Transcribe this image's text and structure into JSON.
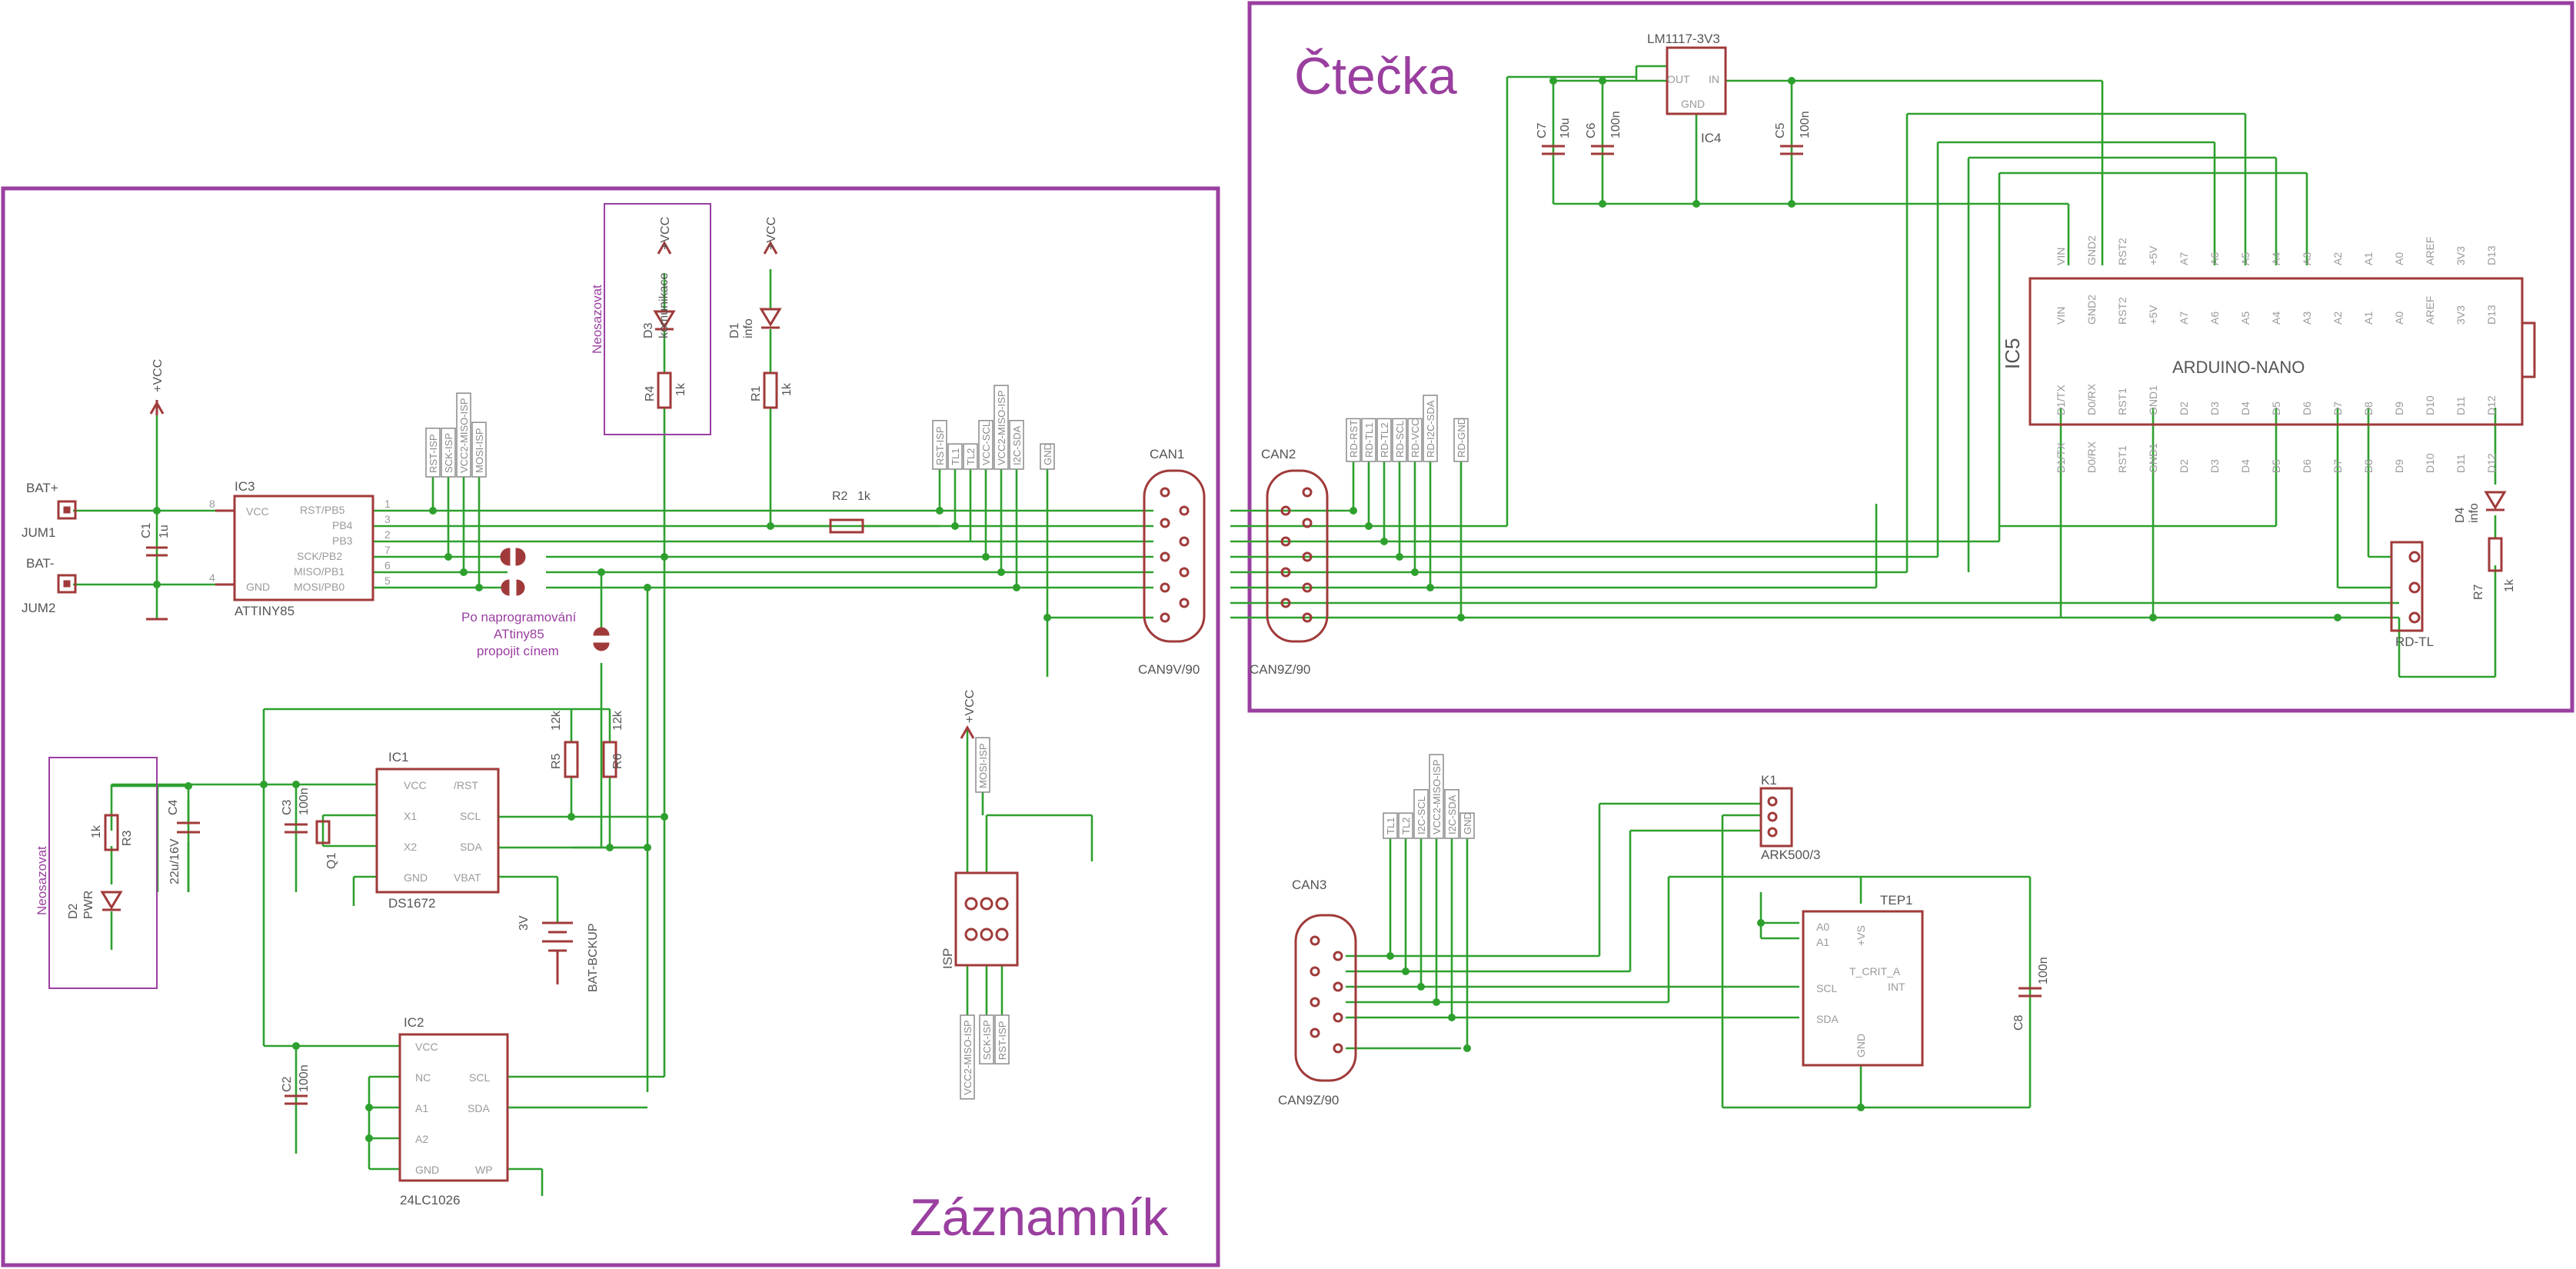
{
  "colors": {
    "wire": "#2ea02e",
    "part": "#a03a3a",
    "frame": "#9a3fa0",
    "label": "#555555",
    "pin": "#9a9a9a"
  },
  "frames": {
    "reader_title": "Čtečka",
    "logger_title": "Záznamník"
  },
  "notes": {
    "program_1": "Po naprogramování",
    "program_2": "ATtiny85",
    "program_3": "propojit cínem",
    "no_fit": "Neosazovat"
  },
  "parts": {
    "bat_plus": "BAT+",
    "bat_minus": "BAT-",
    "jum1": "JUM1",
    "jum2": "JUM2",
    "c1": "C1",
    "c1_val": "1u",
    "ic3": "IC3",
    "attiny85": "ATTINY85",
    "ic3_vcc": "VCC",
    "ic3_gnd": "GND",
    "ic3_pins": [
      "RST/PB5",
      "PB4",
      "PB3",
      "SCK/PB2",
      "MISO/PB1",
      "MOSI/PB0"
    ],
    "ic3_pin8": "8",
    "ic3_pin4": "4",
    "ic3_nums": [
      "1",
      "3",
      "2",
      "7",
      "6",
      "5"
    ],
    "vcc": "+VCC",
    "d3": "D3",
    "d3_val": "komunikace",
    "r4": "R4",
    "r4_val": "1k",
    "d1": "D1",
    "d1_val": "info",
    "r1": "R1",
    "r1_val": "1k",
    "r2": "R2",
    "r2_val": "1k",
    "r5": "R5",
    "r5_val": "12k",
    "r6": "R6",
    "r6_val": "12k",
    "ic1": "IC1",
    "ds1672": "DS1672",
    "ic1_left": [
      "VCC",
      "X1",
      "X2",
      "GND"
    ],
    "ic1_right": [
      "/RST",
      "SCL",
      "SDA",
      "VBAT"
    ],
    "c3": "C3",
    "c3_val": "100n",
    "q1": "Q1",
    "bat": "BAT-BCKUP",
    "bat_val": "3V",
    "c4": "C4",
    "c4_val": "22u/16V",
    "r3": "R3",
    "r3_val": "1k",
    "d2": "D2",
    "d2_val": "PWR",
    "ic2": "IC2",
    "eeprom": "24LC1026",
    "ic2_left": [
      "VCC",
      "NC",
      "A1",
      "A2",
      "GND"
    ],
    "ic2_right": [
      "SCL",
      "SDA",
      "WP"
    ],
    "c2": "C2",
    "c2_val": "100n",
    "isp": "ISP",
    "can1": "CAN1",
    "can1_type": "CAN9V/90",
    "can2": "CAN2",
    "can2_type": "CAN9Z/90",
    "can3": "CAN3",
    "can3_type": "CAN9Z/90",
    "ic4": "IC4",
    "lm1117": "LM1117-3V3",
    "ic4_out": "OUT",
    "ic4_in": "IN",
    "ic4_gnd": "GND",
    "c7": "C7",
    "c7_val": "10u",
    "c6": "C6",
    "c6_val": "100n",
    "c5": "C5",
    "c5_val": "100n",
    "ic5": "IC5",
    "nano": "ARDUINO-NANO",
    "nano_top_out": [
      "VIN",
      "GND2",
      "RST2",
      "+5V",
      "A7",
      "A6",
      "A5",
      "A4",
      "A3",
      "A2",
      "A1",
      "A0",
      "AREF",
      "3V3",
      "D13"
    ],
    "nano_top_in": [
      "VIN",
      "GND2",
      "RST2",
      "+5V",
      "A7",
      "A6",
      "A5",
      "A4",
      "A3",
      "A2",
      "A1",
      "A0",
      "AREF",
      "3V3",
      "D13"
    ],
    "nano_bot_in": [
      "D1/TX",
      "D0/RX",
      "RST1",
      "GND1",
      "D2",
      "D3",
      "D4",
      "D5",
      "D6",
      "D7",
      "D8",
      "D9",
      "D10",
      "D11",
      "D12"
    ],
    "nano_bot_out": [
      "D1/TX",
      "D0/RX",
      "RST1",
      "GND1",
      "D2",
      "D3",
      "D4",
      "D5",
      "D6",
      "D7",
      "D8",
      "D9",
      "D10",
      "D11",
      "D12"
    ],
    "d4": "D4",
    "d4_val": "info",
    "r7": "R7",
    "r7_val": "1k",
    "rdtl": "RD-TL",
    "k1": "K1",
    "ark": "ARK500/3",
    "tep1": "TEP1",
    "tep_left": [
      "A0",
      "A1",
      "SCL",
      "SDA"
    ],
    "tep_right": [
      "+VS",
      "T_CRIT_A",
      "INT",
      "GND"
    ],
    "c8": "C8",
    "c8_val": "100n"
  },
  "tags": {
    "isp_cluster": [
      "RST-ISP",
      "SCK-ISP",
      "VCC2-MISO-ISP",
      "MOSI-ISP"
    ],
    "can1_cluster": [
      "RST-ISP",
      "TL1",
      "TL2",
      "VCC-SCL",
      "VCC2-MISO-ISP",
      "I2C-SDA",
      "GND"
    ],
    "isp_top": [
      "MOSI-ISP"
    ],
    "isp_bottom": [
      "VCC2-MISO-ISP",
      "SCK-ISP",
      "RST-ISP"
    ],
    "can2_cluster": [
      "RD-RST",
      "RD-TL1",
      "RD-TL2",
      "RD-SCL",
      "RD-VCC",
      "RD-I2C-SDA",
      "RD-GND"
    ],
    "can3_cluster": [
      "TL1",
      "TL2",
      "I2C-SCL",
      "VCC2-MISO-ISP",
      "I2C-SDA",
      "GND"
    ]
  }
}
